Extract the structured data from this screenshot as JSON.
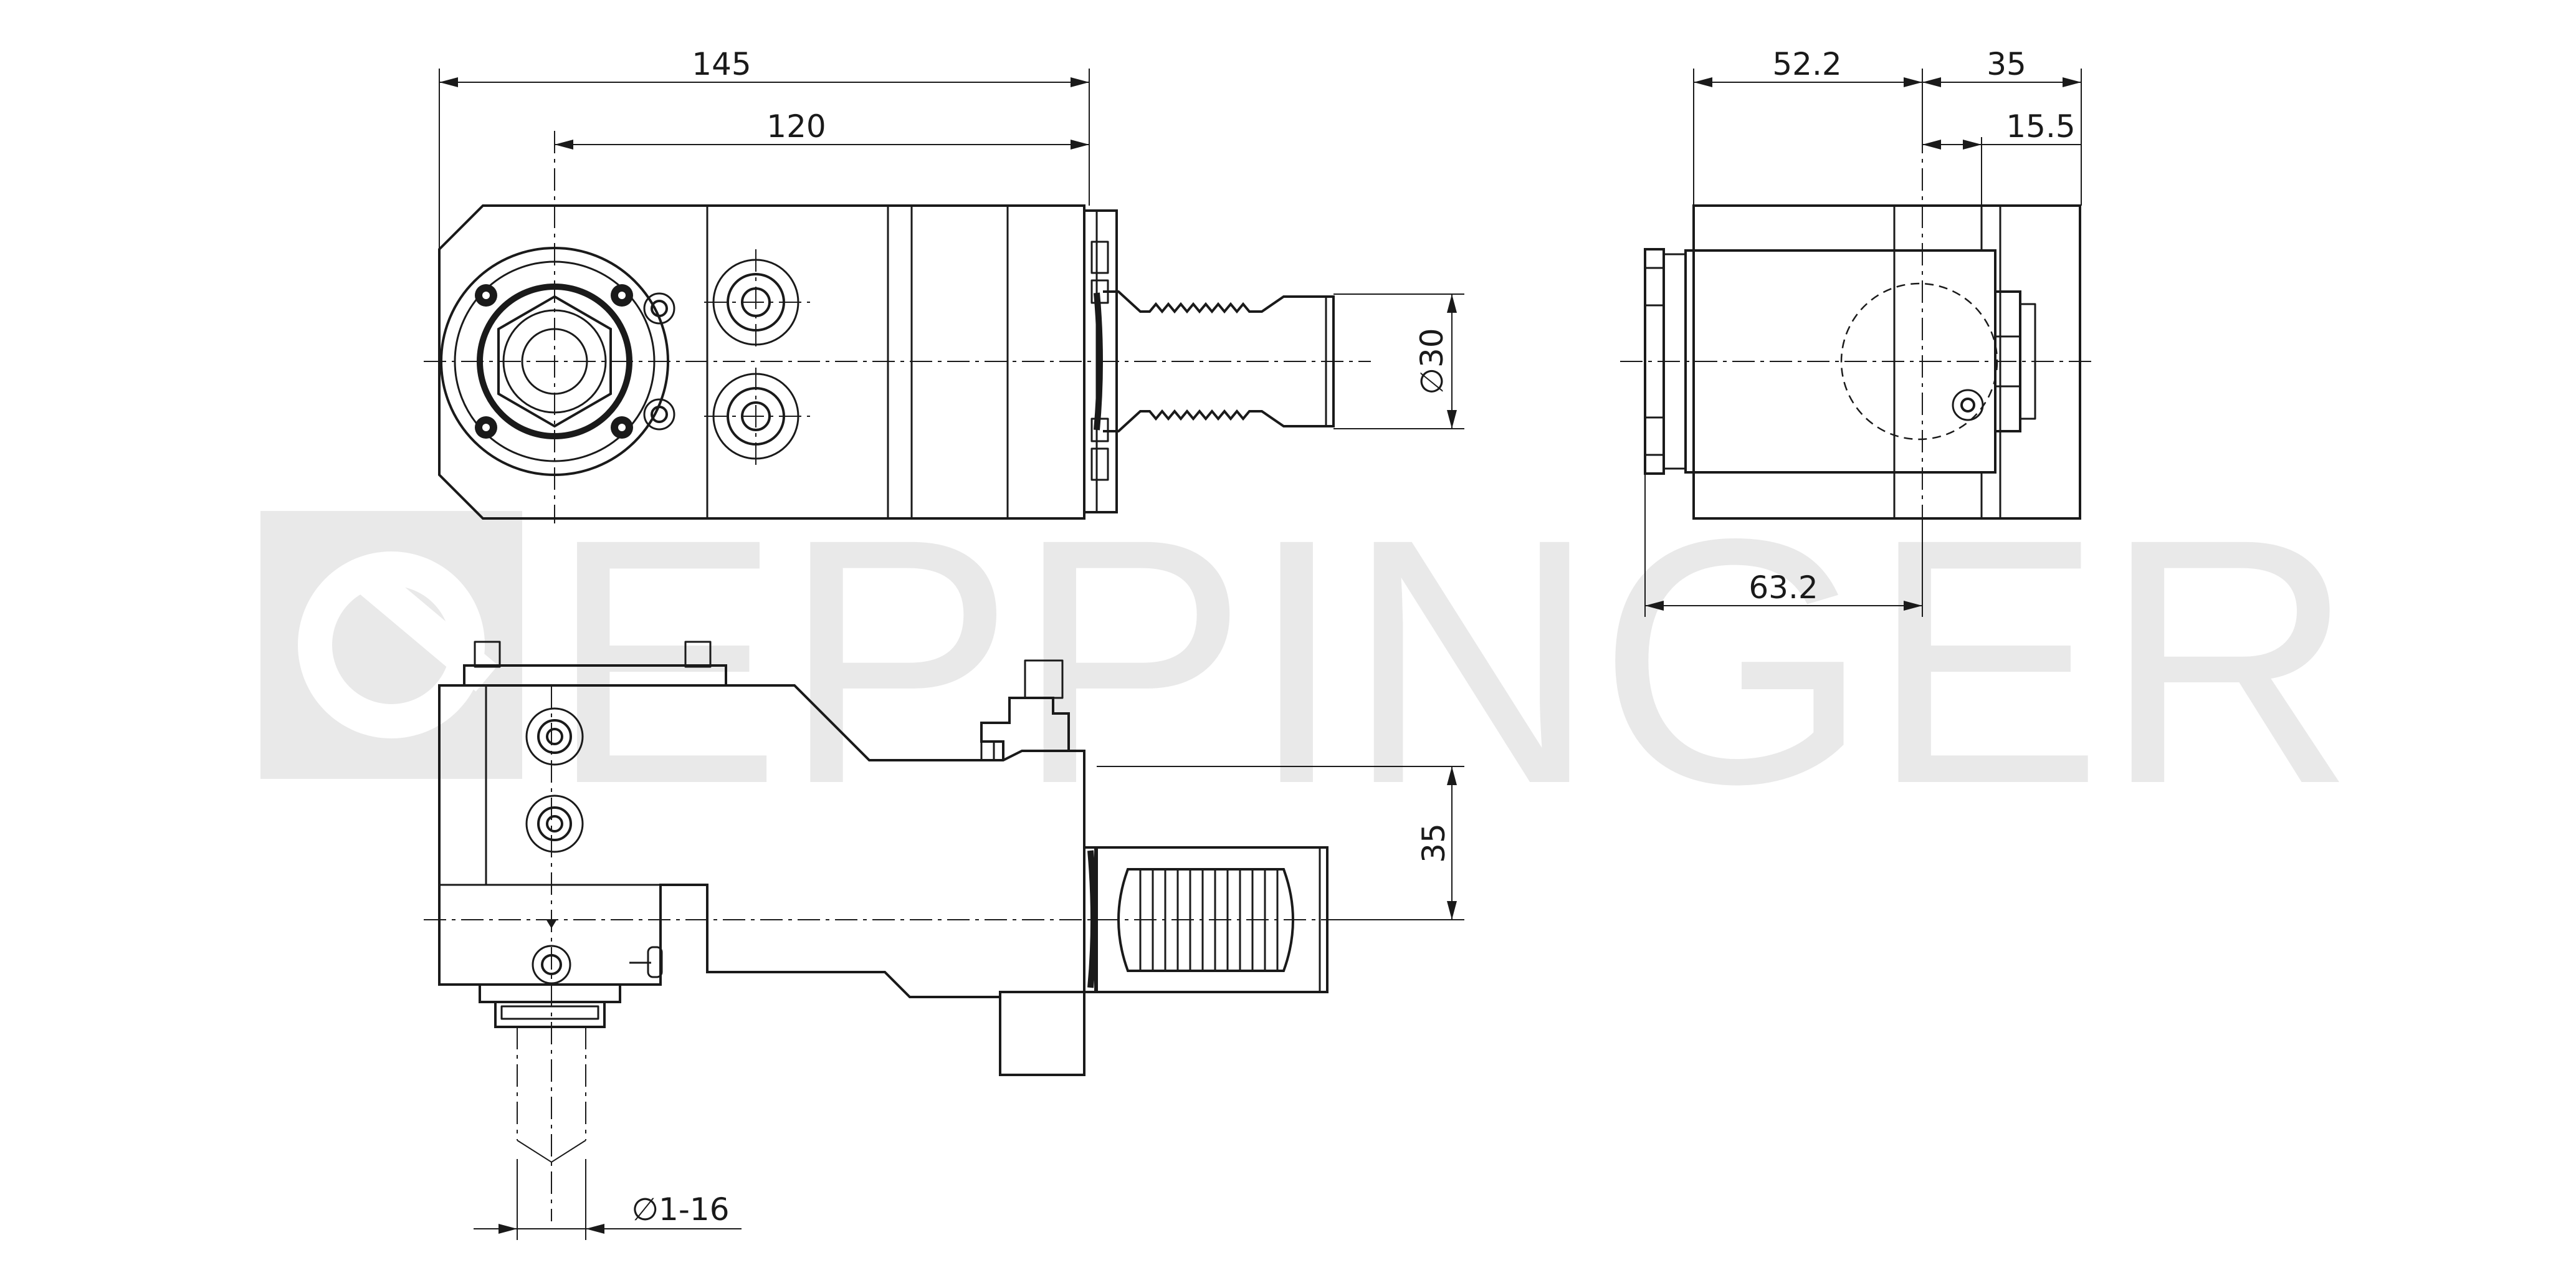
{
  "watermark": {
    "text": "EPPINGER"
  },
  "dimensions": {
    "top_overall_length": "145",
    "top_center_to_end": "120",
    "top_shank_diameter": "∅30",
    "side_width_left": "52.2",
    "side_width_right": "35",
    "side_offset": "15.5",
    "side_bottom_width": "63.2",
    "front_height": "35",
    "collet_range": "∅1-16"
  }
}
